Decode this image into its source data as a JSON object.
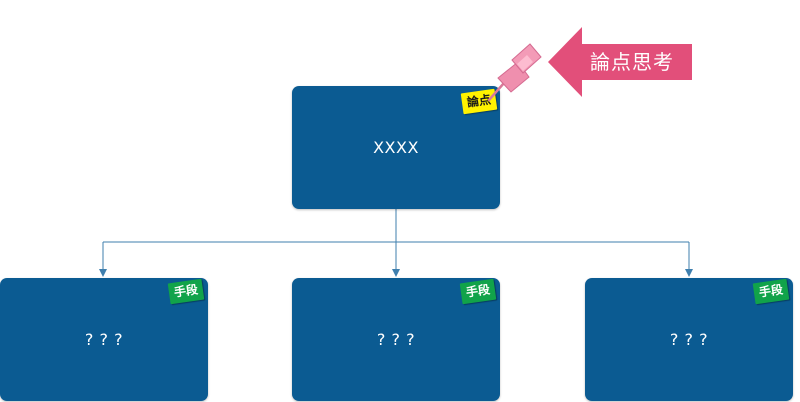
{
  "diagram": {
    "root": {
      "label": "XXXX",
      "tag": "論点"
    },
    "children": [
      {
        "label": "? ? ?",
        "tag": "手段"
      },
      {
        "label": "? ? ?",
        "tag": "手段"
      },
      {
        "label": "? ? ?",
        "tag": "手段"
      }
    ],
    "callout": {
      "label": "論点思考"
    }
  },
  "colors": {
    "box": "#0b5b92",
    "connector": "#3f7fae",
    "tag_yellow": "#fff200",
    "tag_green": "#11a34a",
    "callout": "#e24f7a",
    "pin": "#ef8fae"
  },
  "icons": {
    "pin": "pushpin-icon",
    "arrow": "left-arrow-callout"
  }
}
